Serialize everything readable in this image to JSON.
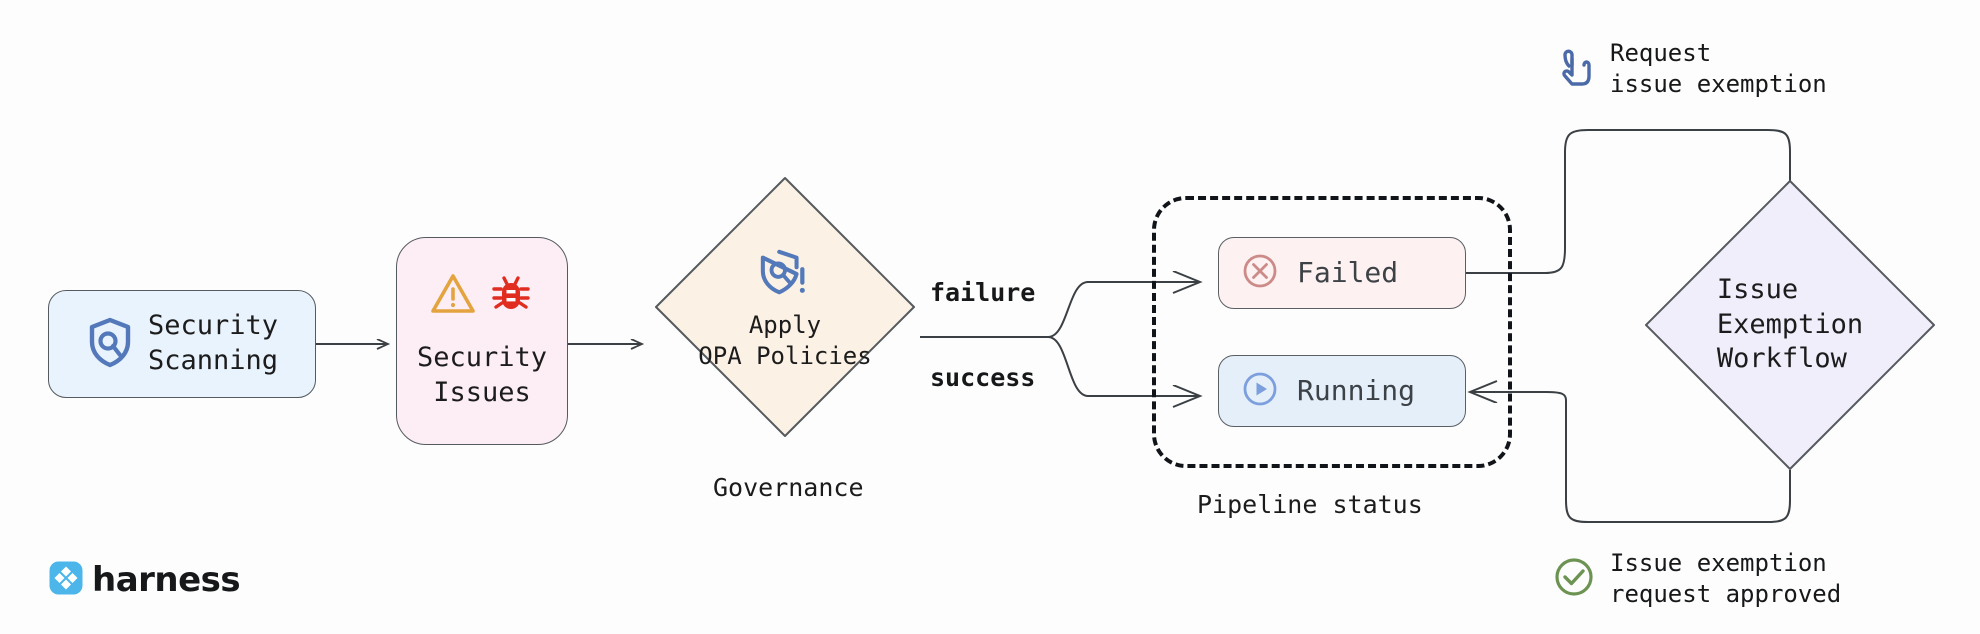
{
  "diagram": {
    "title": "Harness security scanning governance and issue exemption workflow",
    "background": "#fdfdfd"
  },
  "nodes": {
    "security_scanning": {
      "label": "Security\nScanning",
      "icon": "shield-search-icon",
      "fill": "#e9f3fd",
      "stroke": "#555a5e"
    },
    "security_issues": {
      "label": "Security\nIssues",
      "icons": [
        "warning-triangle-icon",
        "bug-icon"
      ],
      "fill": "#fdeef6",
      "stroke": "#555a5e"
    },
    "apply_opa": {
      "label": "Apply\nOPA Policies",
      "icon": "shield-search-alert-icon",
      "caption": "Governance",
      "fill": "#fbf1e4",
      "stroke": "#555a5e"
    },
    "failed": {
      "label": "Failed",
      "icon": "x-circle-icon",
      "fill": "#fdf1f1",
      "stroke": "#5a5f63",
      "icon_color": "#cc8b88"
    },
    "running": {
      "label": "Running",
      "icon": "play-circle-icon",
      "fill": "#e4effa",
      "stroke": "#5a5f63",
      "icon_color": "#7d9fdd"
    },
    "issue_exemption_workflow": {
      "label": "Issue\nExemption\nWorkflow",
      "fill": "#f0eefb",
      "stroke": "#555a5e"
    }
  },
  "groups": {
    "pipeline_status": {
      "caption": "Pipeline status",
      "stroke": "#111418",
      "style": "dashed"
    }
  },
  "edges": {
    "failure_label": "failure",
    "success_label": "success"
  },
  "annotations": {
    "request_exemption": {
      "line1": "Request",
      "line2": "issue exemption",
      "icon": "tap-gesture-icon",
      "icon_color": "#4a6aa8"
    },
    "request_approved": {
      "line1": "Issue exemption",
      "line2": "request approved",
      "icon": "check-circle-icon",
      "icon_color": "#6d9352"
    }
  },
  "branding": {
    "wordmark": "harness",
    "logo_icon": "harness-logo-icon",
    "logo_color": "#4cb6ea"
  }
}
